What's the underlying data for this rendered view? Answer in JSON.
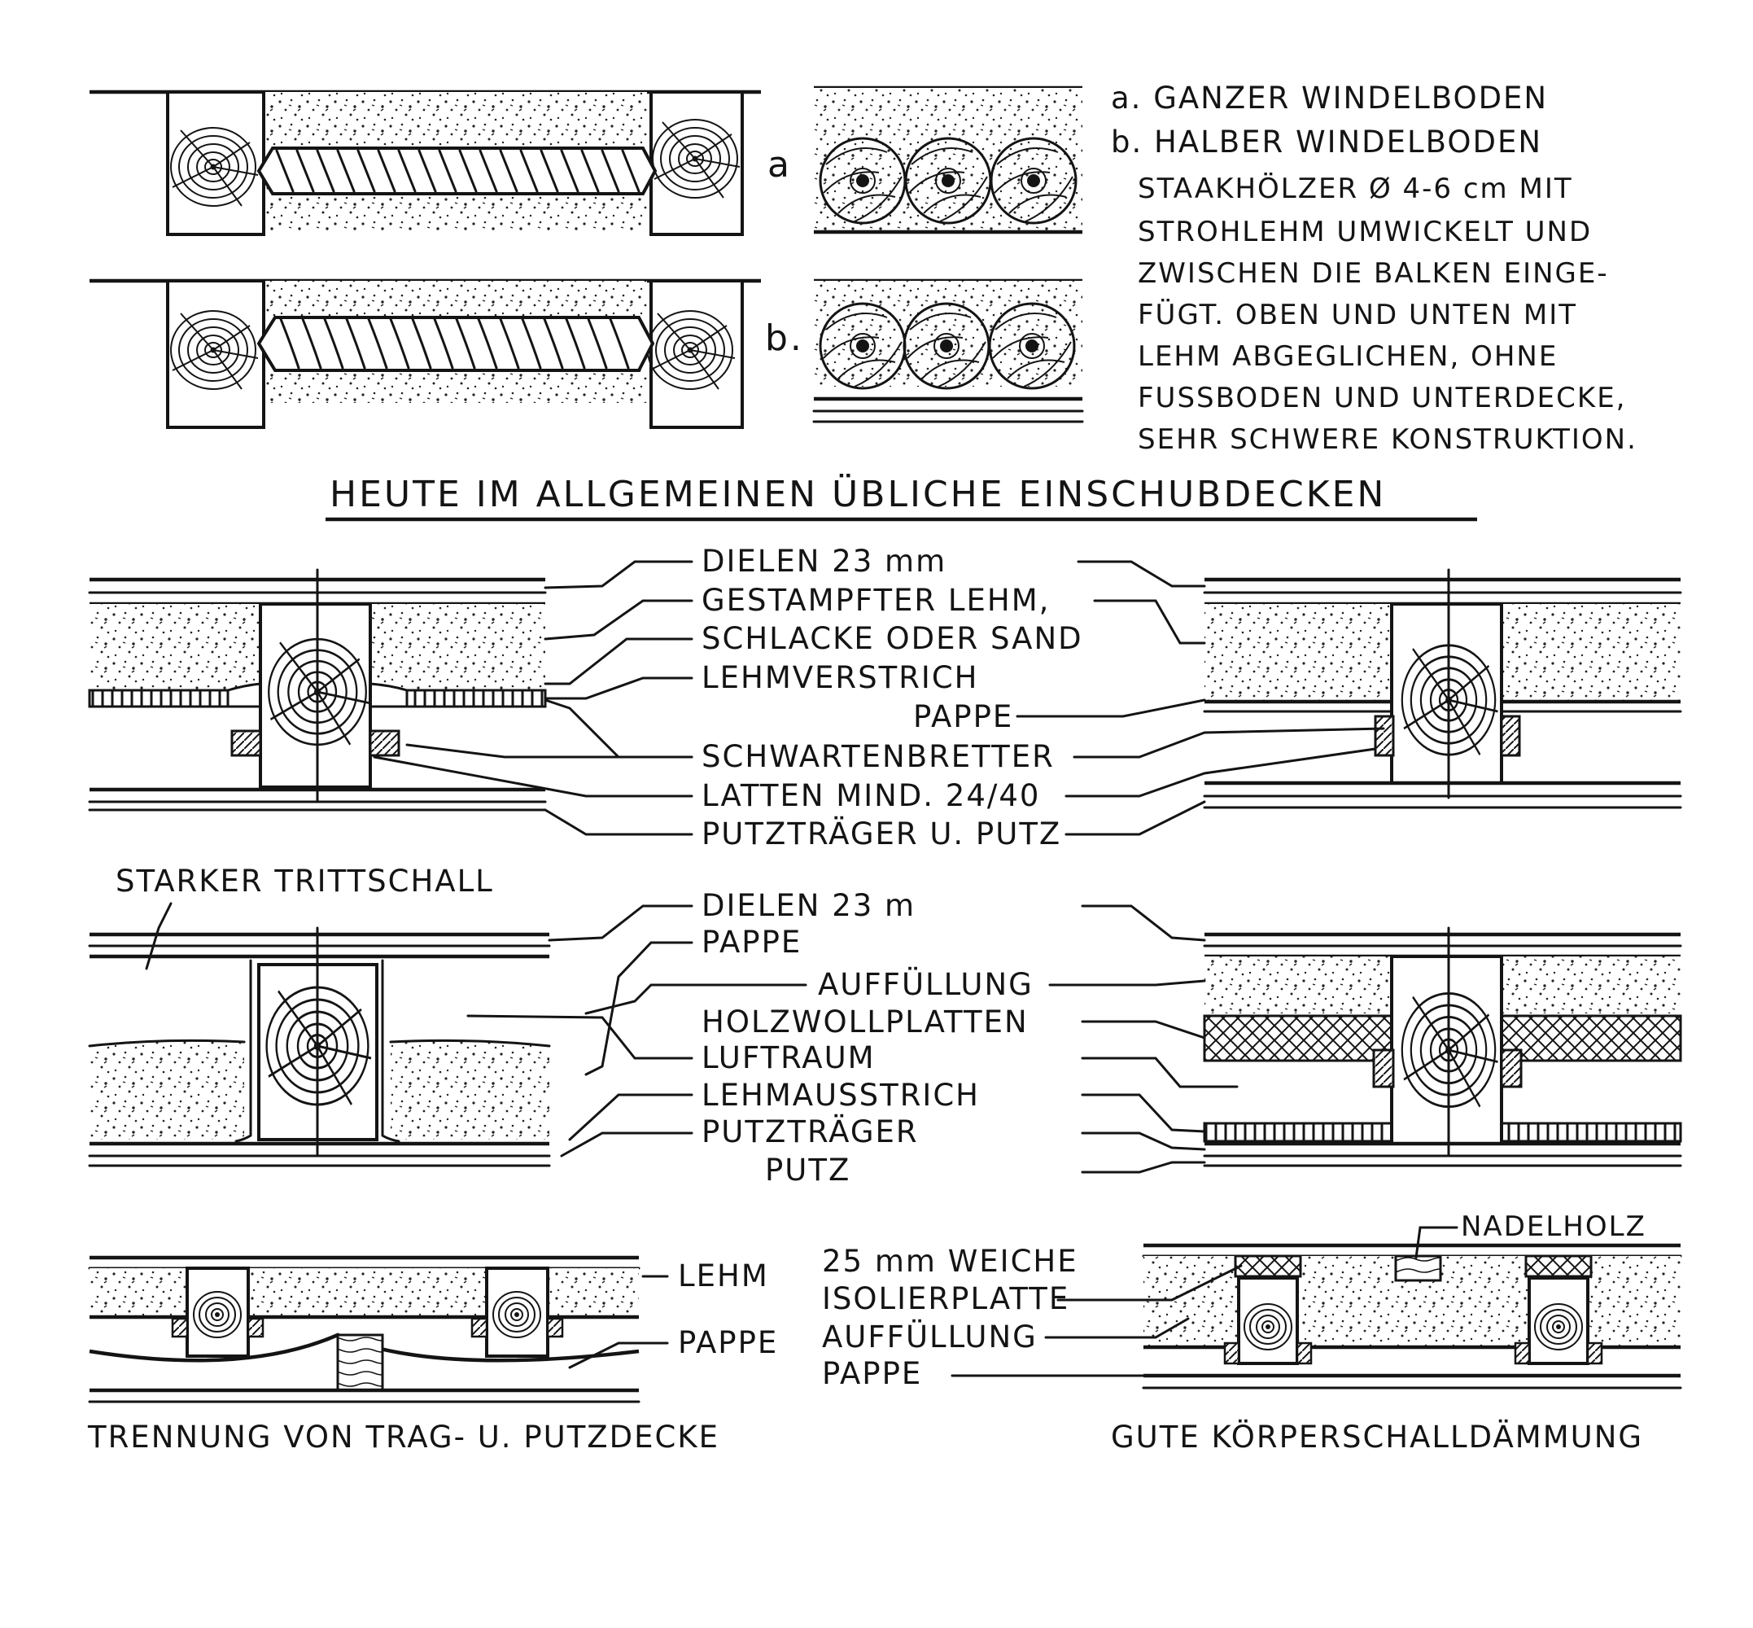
{
  "legend": {
    "a": "a. GANZER WINDELBODEN",
    "b": "b. HALBER WINDELBODEN",
    "desc": [
      "STAAKHÖLZER Ø 4-6 cm MIT",
      "STROHLEHM UMWICKELT UND",
      "ZWISCHEN DIE BALKEN EINGE-",
      "FÜGT. OBEN UND UNTEN MIT",
      "LEHM ABGEGLICHEN, OHNE",
      "FUSSBODEN UND UNTERDECKE,",
      "SEHR SCHWERE KONSTRUKTION."
    ]
  },
  "markers": {
    "a": "a",
    "b": "b."
  },
  "heading": "HEUTE IM ALLGEMEINEN ÜBLICHE EINSCHUBDECKEN",
  "section1": {
    "labels": [
      "DIELEN 23 mm",
      "GESTAMPFTER LEHM,",
      "SCHLACKE ODER SAND",
      "LEHMVERSTRICH",
      "PAPPE",
      "SCHWARTENBRETTER",
      "LATTEN MIND. 24/40",
      "PUTZTRÄGER U. PUTZ"
    ]
  },
  "section2": {
    "note": "STARKER TRITTSCHALL",
    "labels": [
      "DIELEN 23 m",
      "PAPPE",
      "AUFFÜLLUNG",
      "HOLZWOLLPLATTEN",
      "LUFTRAUM",
      "LEHMAUSSTRICH",
      "PUTZTRÄGER",
      "PUTZ"
    ]
  },
  "section3": {
    "left_labels": [
      "LEHM",
      "PAPPE"
    ],
    "right_labels": [
      "NADELHOLZ",
      "25 mm WEICHE",
      "ISOLIERPLATTE",
      "AUFFÜLLUNG",
      "PAPPE"
    ],
    "caption_left": "TRENNUNG VON TRAG- U. PUTZDECKE",
    "caption_right": "GUTE KÖRPERSCHALLDÄMMUNG"
  }
}
